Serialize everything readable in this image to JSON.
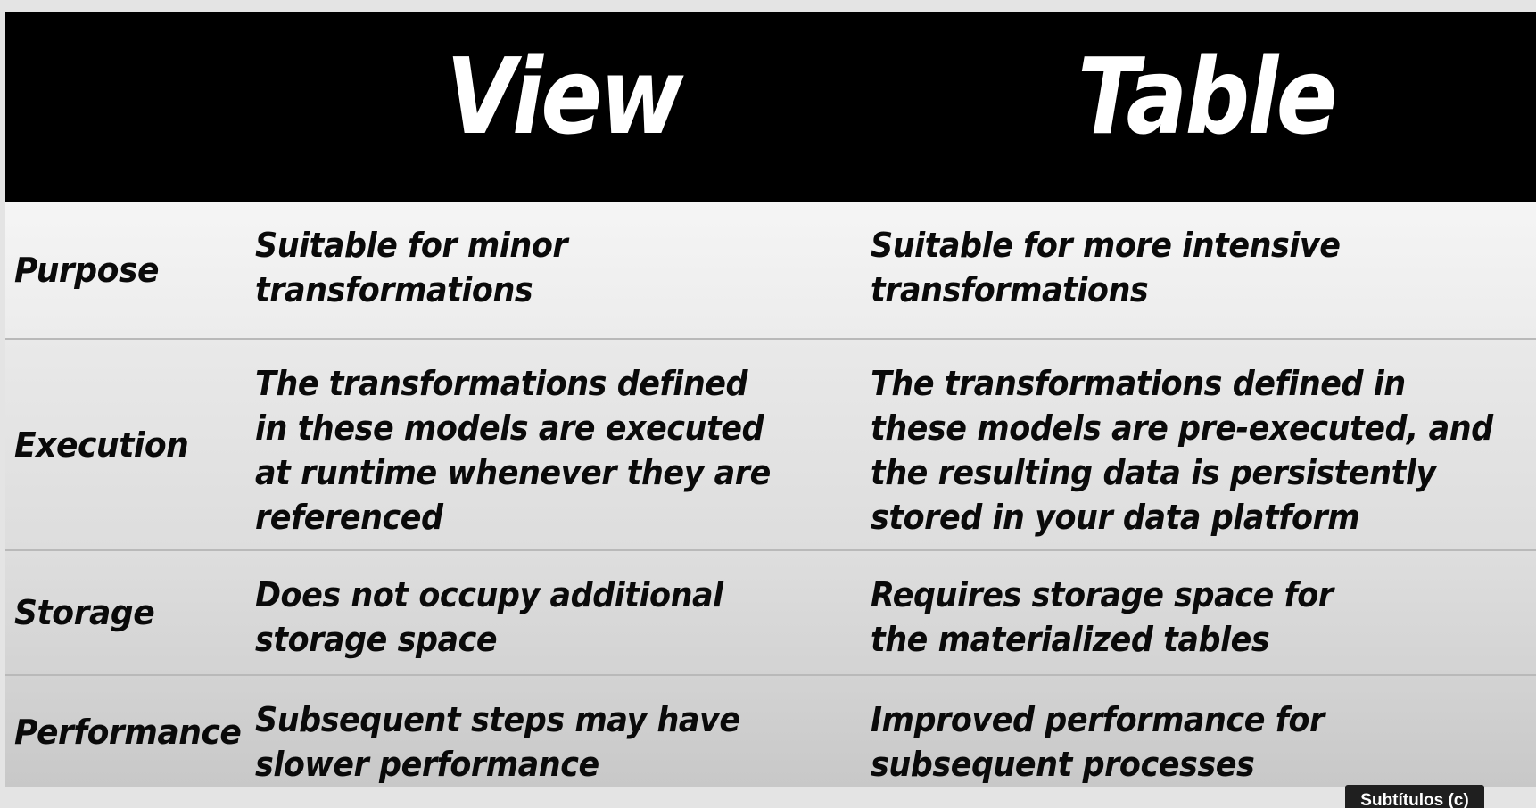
{
  "header": {
    "view": "View",
    "table": "Table"
  },
  "rows": [
    {
      "label": "Purpose",
      "view": "Suitable for minor transformations",
      "table": "Suitable for more intensive transformations"
    },
    {
      "label": "Execution",
      "view": "The transformations defined in these models are executed at runtime whenever they are referenced",
      "table": "The transformations defined in these models are pre-executed, and the resulting data is persistently stored in your data platform"
    },
    {
      "label": "Storage",
      "view": "Does not occupy additional storage space",
      "table": "Requires storage space for the materialized tables"
    },
    {
      "label": "Performance",
      "view": "Subsequent steps may have slower performance",
      "table": "Improved performance for subsequent processes"
    }
  ],
  "player": {
    "subtitles_label": "Subtítulos (c)"
  }
}
